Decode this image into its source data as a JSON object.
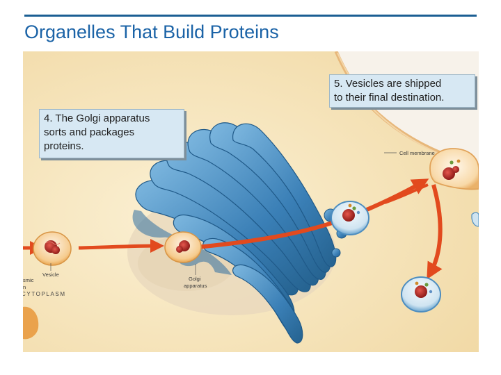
{
  "slide": {
    "title": "Organelles That Build Proteins"
  },
  "callouts": [
    {
      "step": "5",
      "text_lines": [
        "5. Vesicles are shipped",
        "to their final destination."
      ]
    },
    {
      "step": "4",
      "text_lines": [
        "4. The Golgi apparatus",
        "sorts and packages",
        "proteins."
      ]
    }
  ],
  "labels": {
    "cell_membrane": "Cell membrane",
    "vesicle": "Vesicle",
    "golgi_line1": "Golgi",
    "golgi_line2": "apparatus",
    "cut_left_line1": "smic",
    "cut_left_line2": "n",
    "cytoplasm": "CYTOPLASM"
  },
  "colors": {
    "title": "#1b63a7",
    "rule": "#1b5e93",
    "cytoplasm": "#f5e2b4",
    "golgi": "#3f83b8",
    "arrow": "#e24a1e",
    "protein": "#b72823",
    "callout_bg": "#d7e8f3"
  }
}
